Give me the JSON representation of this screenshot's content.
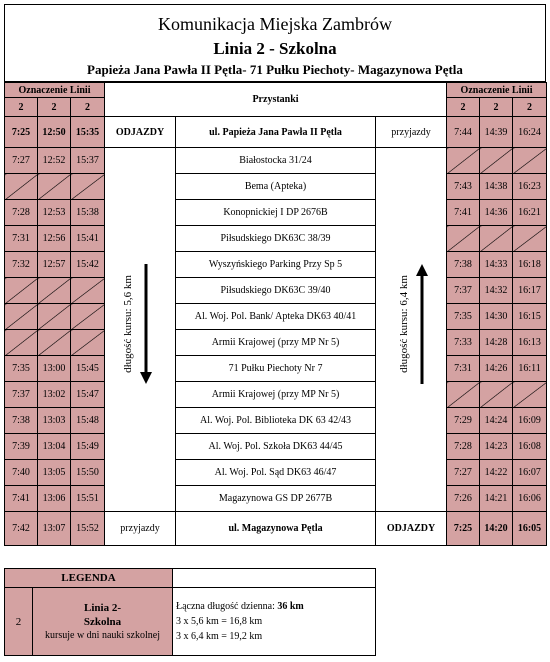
{
  "header": {
    "title": "Komunikacja Miejska Zambrów",
    "line": "Linia 2 - Szkolna",
    "route": "Papieża Jana Pawła II Pętla- 71 Pułku Piechoty- Magazynowa Pętla"
  },
  "table": {
    "line_label": "Oznaczenie Linii",
    "stops_label": "Przystanki",
    "line_number": "2",
    "first_row": {
      "left_times": [
        "7:25",
        "12:50",
        "15:35"
      ],
      "left_label": "ODJAZDY",
      "stop": "ul. Papieża Jana Pawła II Pętla",
      "right_label": "przyjazdy",
      "right_times": [
        "7:44",
        "14:39",
        "16:24"
      ]
    },
    "rows": [
      {
        "left": [
          "7:27",
          "12:52",
          "15:37"
        ],
        "stop": "Białostocka 31/24",
        "right": null
      },
      {
        "left": null,
        "stop": "Bema (Apteka)",
        "right": [
          "7:43",
          "14:38",
          "16:23"
        ]
      },
      {
        "left": [
          "7:28",
          "12:53",
          "15:38"
        ],
        "stop": "Konopnickiej I DP 2676B",
        "right": [
          "7:41",
          "14:36",
          "16:21"
        ]
      },
      {
        "left": [
          "7:31",
          "12:56",
          "15:41"
        ],
        "stop": "Piłsudskiego DK63C 38/39",
        "right": null
      },
      {
        "left": [
          "7:32",
          "12:57",
          "15:42"
        ],
        "stop": "Wyszyńskiego Parking Przy Sp 5",
        "right": [
          "7:38",
          "14:33",
          "16:18"
        ]
      },
      {
        "left": null,
        "stop": "Piłsudskiego DK63C 39/40",
        "right": [
          "7:37",
          "14:32",
          "16:17"
        ]
      },
      {
        "left": null,
        "stop": "Al. Woj. Pol. Bank/ Apteka DK63 40/41",
        "right": [
          "7:35",
          "14:30",
          "16:15"
        ]
      },
      {
        "left": null,
        "stop": "Armii Krajowej (przy MP Nr 5)",
        "right": [
          "7:33",
          "14:28",
          "16:13"
        ]
      },
      {
        "left": [
          "7:35",
          "13:00",
          "15:45"
        ],
        "stop": "71 Pułku Piechoty Nr 7",
        "right": [
          "7:31",
          "14:26",
          "16:11"
        ]
      },
      {
        "left": [
          "7:37",
          "13:02",
          "15:47"
        ],
        "stop": "Armii Krajowej (przy MP Nr 5)",
        "right": null
      },
      {
        "left": [
          "7:38",
          "13:03",
          "15:48"
        ],
        "stop": "Al. Woj. Pol.  Biblioteka DK 63 42/43",
        "right": [
          "7:29",
          "14:24",
          "16:09"
        ]
      },
      {
        "left": [
          "7:39",
          "13:04",
          "15:49"
        ],
        "stop": "Al. Woj. Pol. Szkoła DK63 44/45",
        "right": [
          "7:28",
          "14:23",
          "16:08"
        ]
      },
      {
        "left": [
          "7:40",
          "13:05",
          "15:50"
        ],
        "stop": "Al. Woj. Pol. Sąd DK63 46/47",
        "right": [
          "7:27",
          "14:22",
          "16:07"
        ]
      },
      {
        "left": [
          "7:41",
          "13:06",
          "15:51"
        ],
        "stop": "Magazynowa GS DP 2677B",
        "right": [
          "7:26",
          "14:21",
          "16:06"
        ]
      }
    ],
    "last_row": {
      "left_times": [
        "7:42",
        "13:07",
        "15:52"
      ],
      "left_label": "przyjazdy",
      "stop": "ul. Magazynowa Pętla",
      "right_label": "ODJAZDY",
      "right_times": [
        "7:25",
        "14:20",
        "16:05"
      ]
    },
    "left_direction": "długość kursu: 5,6 km",
    "right_direction": "długość kursu: 6,4 km"
  },
  "legend": {
    "title": "LEGENDA",
    "number": "2",
    "name_line1": "Linia 2-",
    "name_line2": "Szkolna",
    "note": "kursuje w dni nauki szkolnej",
    "total_label": "Łączna długość dzienna: ",
    "total_value": "36 km",
    "calc1": "3 x 5,6 km = 16,8 km",
    "calc2": "3 x 6,4 km = 19,2 km"
  }
}
